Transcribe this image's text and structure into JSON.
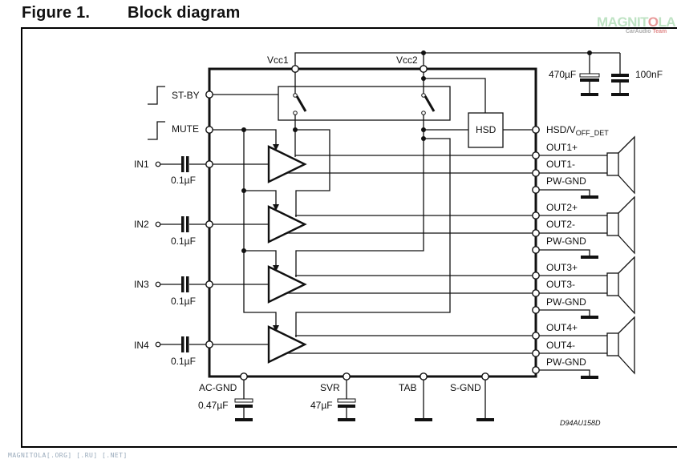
{
  "figure": {
    "number": "Figure 1.",
    "title": "Block diagram",
    "code": "D94AU158D"
  },
  "watermark": {
    "main_prefix": "MAGNIT",
    "main_o": "O",
    "main_suffix": "LA",
    "sub_prefix": "CarAudio ",
    "sub_team": "Team"
  },
  "footer": "MAGNITOLA[.ORG] [.RU] [.NET]",
  "pins": {
    "vcc1": "Vcc1",
    "vcc2": "Vcc2",
    "stby": "ST-BY",
    "mute": "MUTE",
    "hsd_block": "HSD",
    "hsd_pin": "HSD/V",
    "hsd_sub": "OFF_DET",
    "inputs": [
      "IN1",
      "IN2",
      "IN3",
      "IN4"
    ],
    "input_cap": "0.1µF",
    "outputs": [
      {
        "plus": "OUT1+",
        "minus": "OUT1-",
        "gnd": "PW-GND"
      },
      {
        "plus": "OUT2+",
        "minus": "OUT2-",
        "gnd": "PW-GND"
      },
      {
        "plus": "OUT3+",
        "minus": "OUT3-",
        "gnd": "PW-GND"
      },
      {
        "plus": "OUT4+",
        "minus": "OUT4-",
        "gnd": "PW-GND"
      }
    ],
    "bottom": [
      {
        "name": "AC-GND",
        "cap": "0.47µF"
      },
      {
        "name": "SVR",
        "cap": "47µF"
      },
      {
        "name": "TAB",
        "cap": ""
      },
      {
        "name": "S-GND",
        "cap": ""
      }
    ],
    "supply_caps": [
      "470µF",
      "100nF"
    ]
  }
}
